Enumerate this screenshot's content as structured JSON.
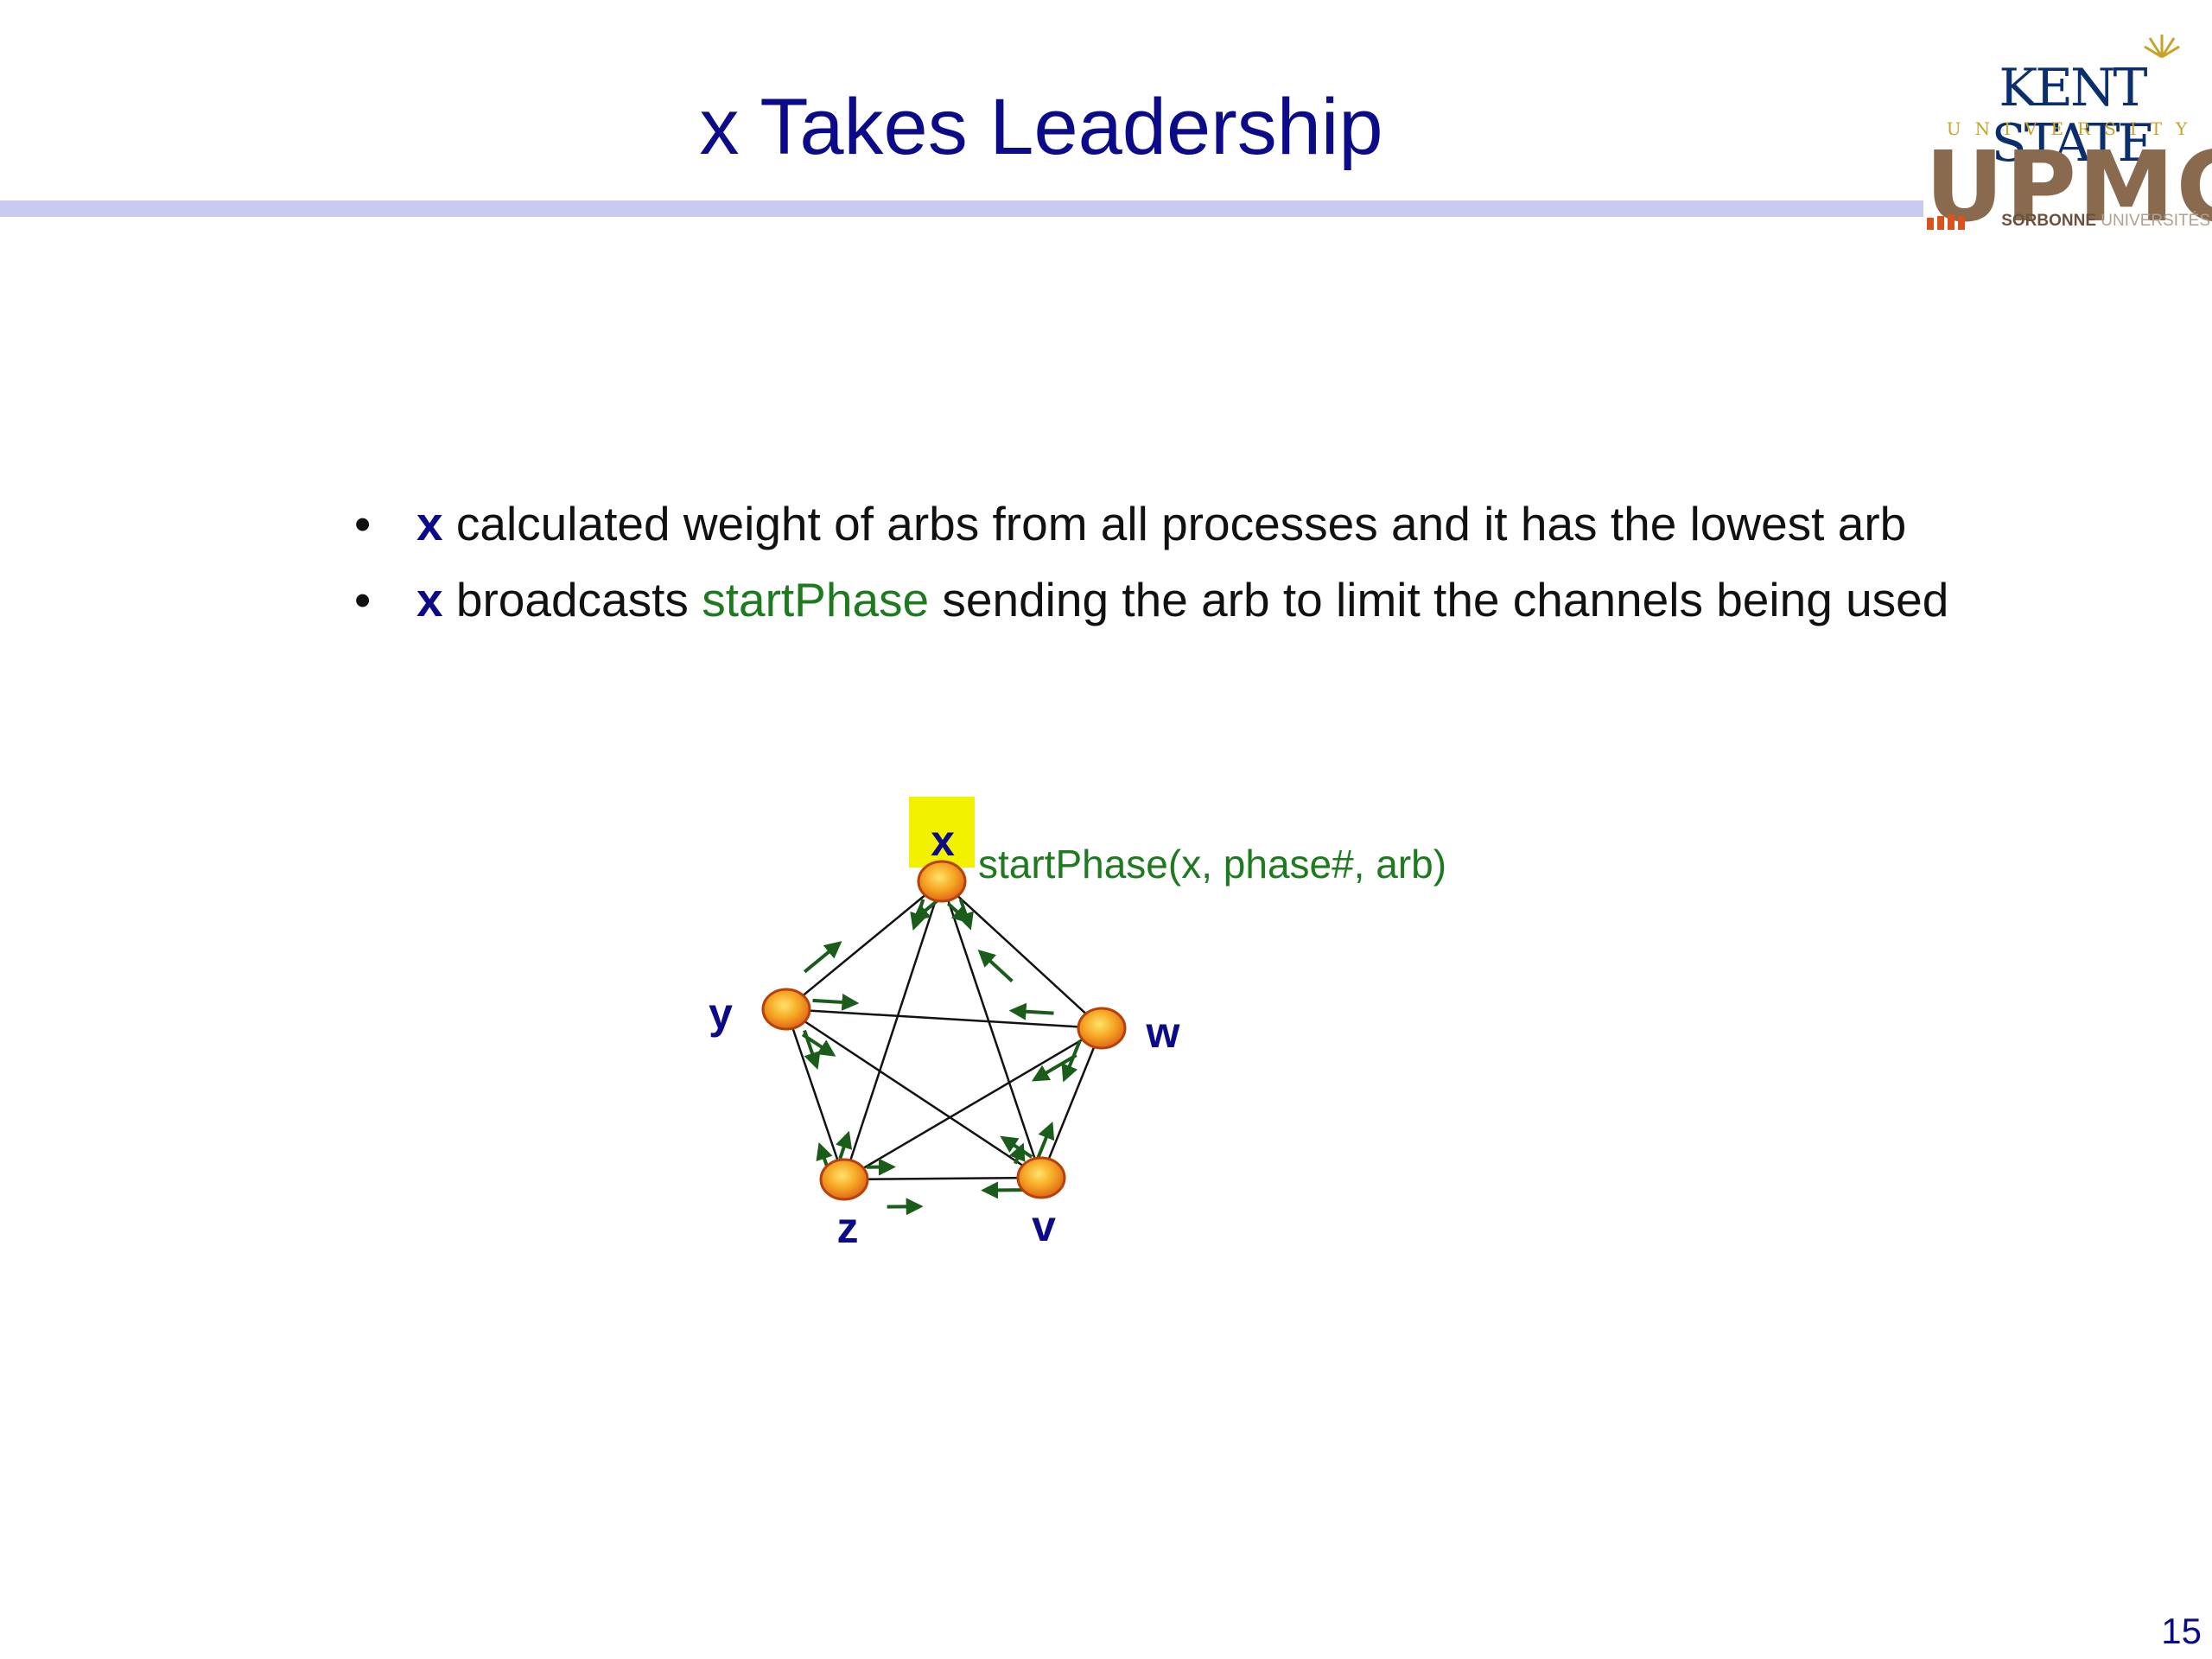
{
  "slide": {
    "title": "x Takes Leadership",
    "page_number": "15"
  },
  "logos": {
    "kent_name": "KENT STATE",
    "kent_sub": "UNIVERSITY",
    "upmc_name": "UPMC",
    "upmc_sub_strong": "SORBONNE",
    "upmc_sub_light": "UNIVERSITÉS"
  },
  "bullets": [
    {
      "marker": "•",
      "lead": "x",
      "text": " calculated weight of arbs from all processes and it has the lowest arb"
    },
    {
      "marker": "•",
      "lead": "x",
      "pre": " broadcasts ",
      "term": "startPhase",
      "post": " sending the arb to limit the channels being used"
    }
  ],
  "diagram": {
    "nodes": [
      {
        "id": "x",
        "label": "x",
        "highlighted": true
      },
      {
        "id": "y",
        "label": "y"
      },
      {
        "id": "w",
        "label": "w"
      },
      {
        "id": "z",
        "label": "z"
      },
      {
        "id": "v",
        "label": "v"
      }
    ],
    "message_label": "startPhase(x, phase#, arb)",
    "colors": {
      "node_fill": "#f5a623",
      "node_stroke": "#b8400a",
      "arrow": "#1a5c1a",
      "label": "#0b0b8a",
      "highlight": "#f2f200",
      "message": "#1e7a1e"
    }
  }
}
